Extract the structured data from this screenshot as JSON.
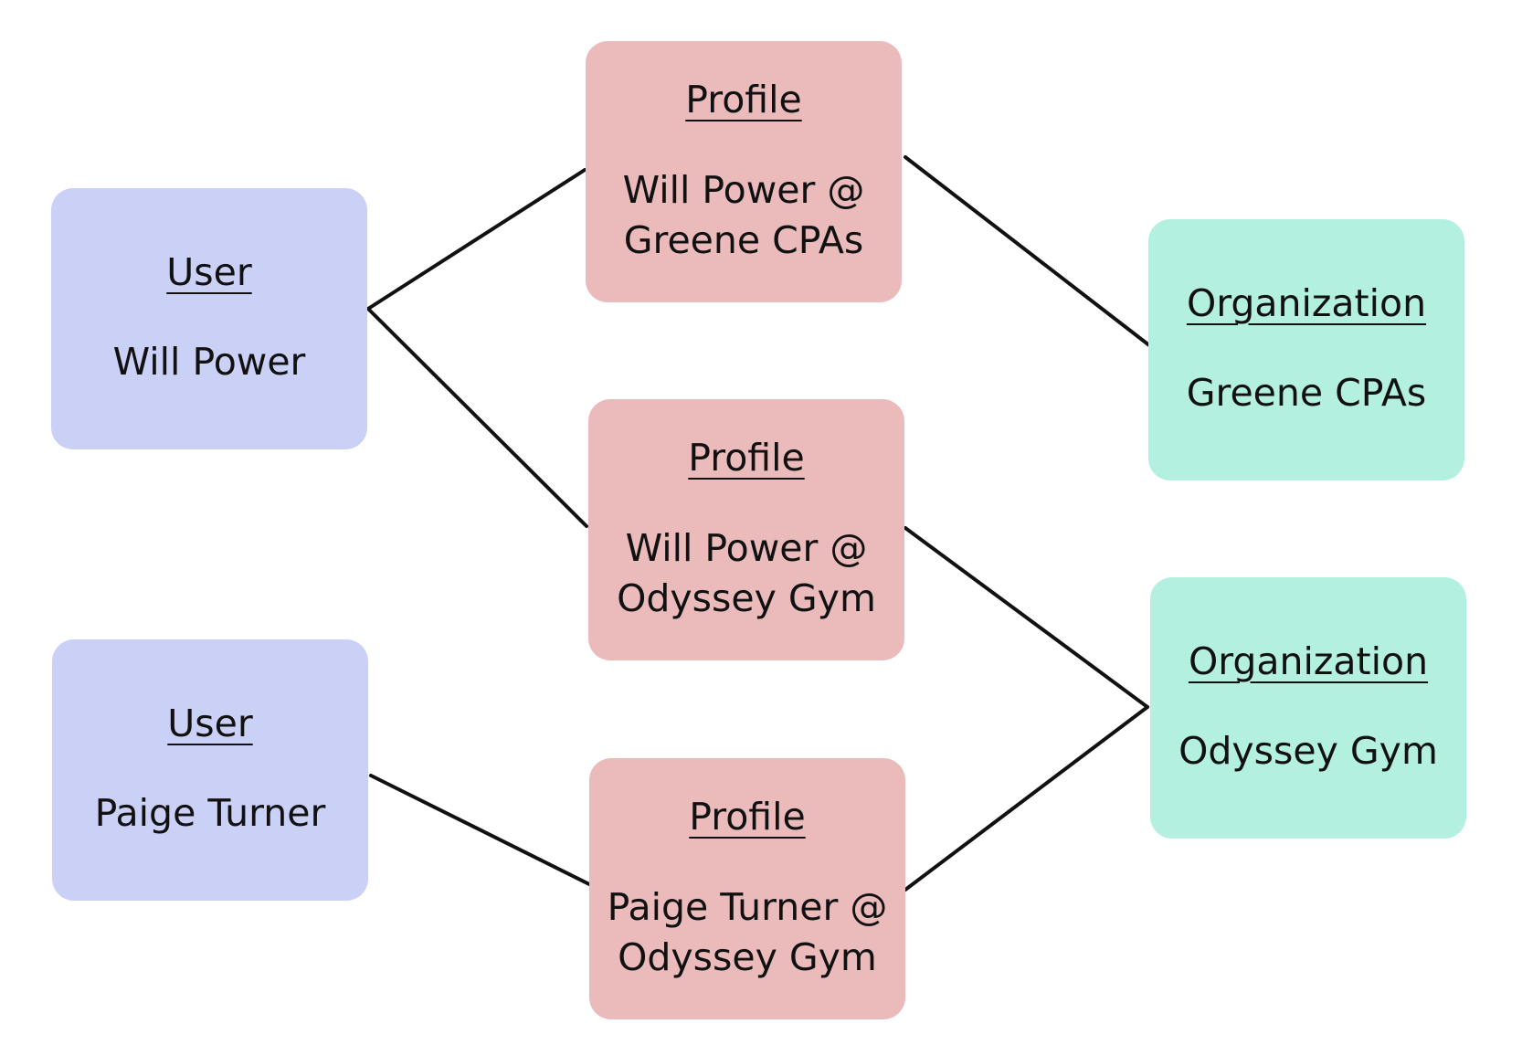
{
  "colors": {
    "user_fill": "#cbd0f6",
    "profile_fill": "#ebbbbc",
    "organization_fill": "#b3f0df",
    "line": "#111111"
  },
  "users": [
    {
      "type": "User",
      "name": "Will Power"
    },
    {
      "type": "User",
      "name": "Paige Turner"
    }
  ],
  "profiles": [
    {
      "type": "Profile",
      "name": "Will Power @\nGreene CPAs"
    },
    {
      "type": "Profile",
      "name": "Will Power @\nOdyssey Gym"
    },
    {
      "type": "Profile",
      "name": "Paige Turner @\nOdyssey Gym"
    }
  ],
  "organizations": [
    {
      "type": "Organization",
      "name": "Greene CPAs"
    },
    {
      "type": "Organization",
      "name": "Odyssey Gym"
    }
  ]
}
